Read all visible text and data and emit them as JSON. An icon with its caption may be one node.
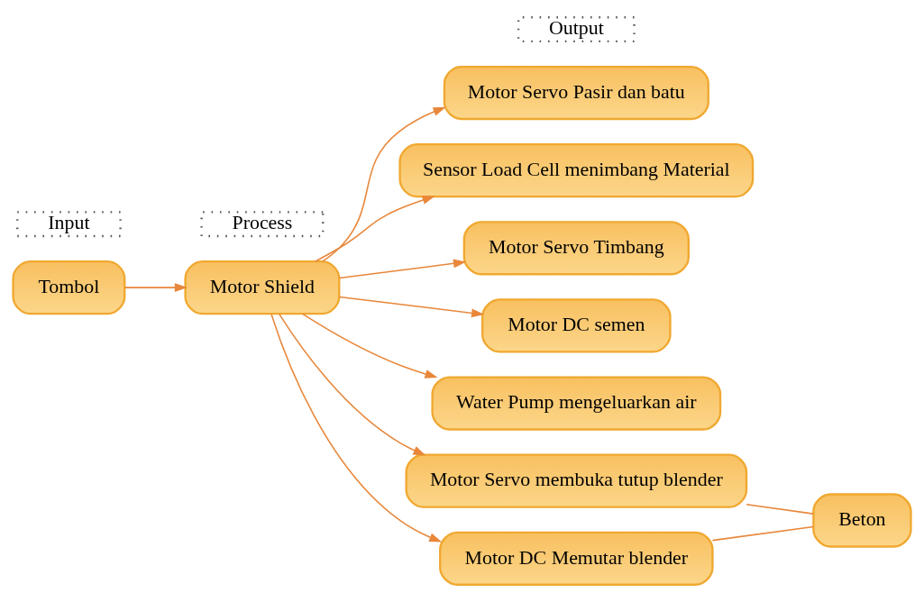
{
  "diagram": {
    "nodes": [
      {
        "text": [
          "Tombol"
        ]
      },
      {
        "text": [
          "Motor Shield"
        ]
      },
      {
        "text": [
          "Motor DC Memutar blender"
        ]
      },
      {
        "text": [
          "Motor Servo Pasir dan batu"
        ]
      },
      {
        "text": [
          "Sensor Load Cell menimbang Material"
        ]
      },
      {
        "text": [
          "Motor Servo Timbang"
        ]
      },
      {
        "text": [
          "Motor DC semen"
        ]
      },
      {
        "text": [
          "Water Pump mengeluarkan air"
        ]
      },
      {
        "text": [
          "Motor Servo membuka tutup blender"
        ]
      },
      {
        "text": [
          "Beton"
        ]
      }
    ],
    "edges": [
      {
        "from": 0,
        "to": 1,
        "arrow": "to"
      },
      {
        "from": 1,
        "to": 2,
        "arrow": "to"
      },
      {
        "from": 1,
        "to": 3,
        "arrow": "to"
      },
      {
        "from": 1,
        "to": 4,
        "arrow": "to"
      },
      {
        "from": 1,
        "to": 5,
        "arrow": "to"
      },
      {
        "from": 1,
        "to": 6,
        "arrow": "to"
      },
      {
        "from": 1,
        "to": 7,
        "arrow": "to"
      },
      {
        "from": 1,
        "to": 8,
        "arrow": "to"
      },
      {
        "from": 2,
        "to": 9,
        "arrow": "none"
      },
      {
        "from": 8,
        "to": 9,
        "arrow": "none"
      }
    ],
    "labels": [
      "Input",
      "Process",
      "Output"
    ]
  }
}
